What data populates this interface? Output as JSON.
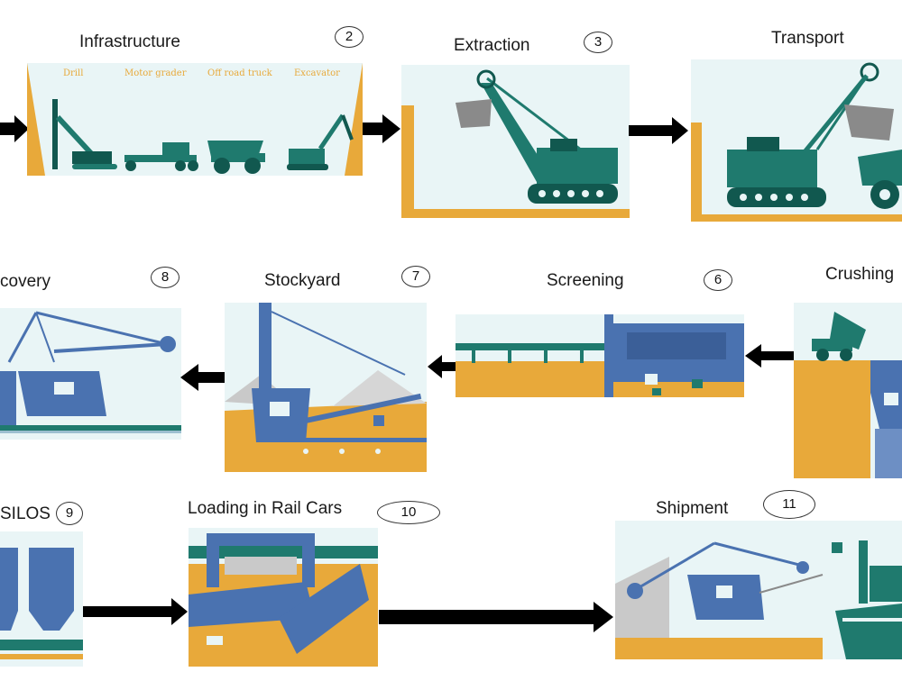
{
  "stages": {
    "infrastructure": {
      "title": "Infrastructure",
      "number": "2",
      "labels": {
        "drill": "Drill",
        "motor_grader": "Motor grader",
        "off_road_truck": "Off road truck",
        "excavator": "Excavator"
      }
    },
    "extraction": {
      "title": "Extraction",
      "number": "3"
    },
    "transport": {
      "title": "Transport"
    },
    "recovery": {
      "title": "covery",
      "number": "8"
    },
    "stockyard": {
      "title": "Stockyard",
      "number": "7"
    },
    "screening": {
      "title": "Screening",
      "number": "6"
    },
    "crushing": {
      "title": "Crushing"
    },
    "silos": {
      "title": "SILOS",
      "number": "9"
    },
    "loading": {
      "title": "Loading in Rail Cars",
      "number": "10"
    },
    "shipment": {
      "title": "Shipment",
      "number": "11"
    }
  },
  "colors": {
    "teal": "#1f7a6e",
    "dark_teal": "#11584f",
    "orange": "#e8a93a",
    "blue": "#4a72b0",
    "sky": "#e9f5f6",
    "arrow": "#000000"
  }
}
